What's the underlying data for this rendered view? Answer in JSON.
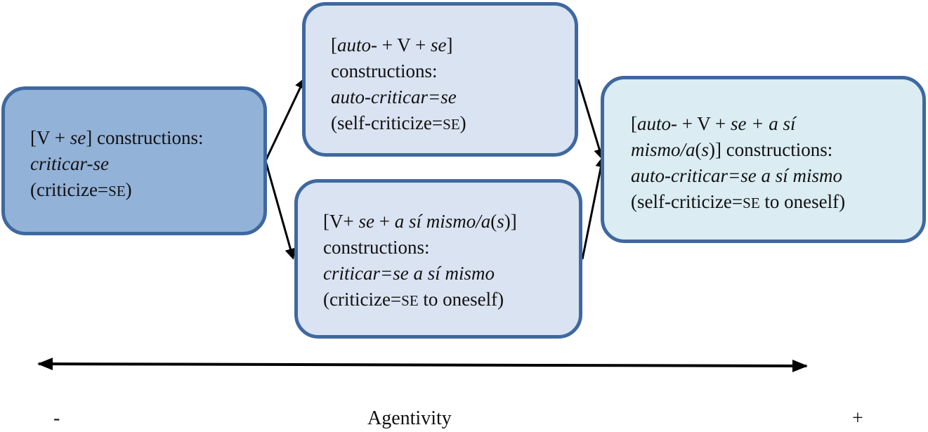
{
  "boxes": {
    "v_se": {
      "line1_bracket_open": "[V + ",
      "line1_se": "se",
      "line1_rest": "] constructions:",
      "example": "criticar-se",
      "gloss_open": "(criticize=",
      "gloss_se": "SE",
      "gloss_close": ")"
    },
    "auto_v_se": {
      "l1_open": "[",
      "l1_auto": "auto",
      "l1_mid": "- + V + ",
      "l1_se": "se",
      "l1_close": "]",
      "line2": "constructions:",
      "example": "auto-criticar=se",
      "gloss_open": "(self-criticize=",
      "gloss_se": "SE",
      "gloss_close": ")"
    },
    "v_se_asimismo": {
      "l1_open": "[V+ ",
      "l1_se": "se",
      "l1_mid": " + ",
      "l1_asimismo": "a sí mismo/a",
      "l1_paren_open": "(",
      "l1_s": "s",
      "l1_close": ")]",
      "line2": "constructions:",
      "example": "criticar=se a sí mismo",
      "gloss_open": "(criticize=",
      "gloss_se": "SE",
      "gloss_close": " to oneself)"
    },
    "auto_v_se_asimismo": {
      "l1_open": "[",
      "l1_auto": "auto",
      "l1_mid": "- + V + ",
      "l1_se_asi": "se + a sí",
      "l2_mismo": "mismo/a",
      "l2_paren_open": "(",
      "l2_s": "s",
      "l2_close": ")] constructions:",
      "example": "auto-criticar=se a sí mismo",
      "gloss_open": "(self-criticize=",
      "gloss_se": "SE",
      "gloss_close": " to oneself)"
    }
  },
  "axis": {
    "minus": "-",
    "label": "Agentivity",
    "plus": "+"
  }
}
